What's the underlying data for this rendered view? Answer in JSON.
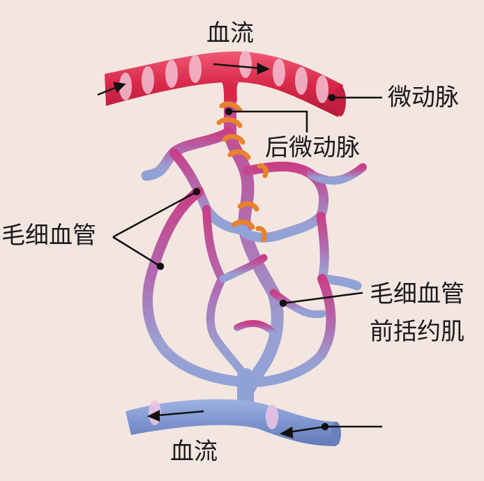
{
  "labels": {
    "blood_flow_top": "血流",
    "arteriole": "微动脉",
    "metarteriole": "后微动脉",
    "capillaries": "毛细血管",
    "precapillary_line1": "毛细血管",
    "precapillary_line2": "前括约肌",
    "blood_flow_bottom": "血流"
  },
  "colors": {
    "background": "#f3e6e1",
    "arteriole": "#d8284a",
    "capillary_upper": "#c44a8a",
    "capillary_lower": "#8e98cc",
    "venule": "#7e95cf",
    "sphincter": "#e8832a",
    "leader_line": "#111111"
  }
}
